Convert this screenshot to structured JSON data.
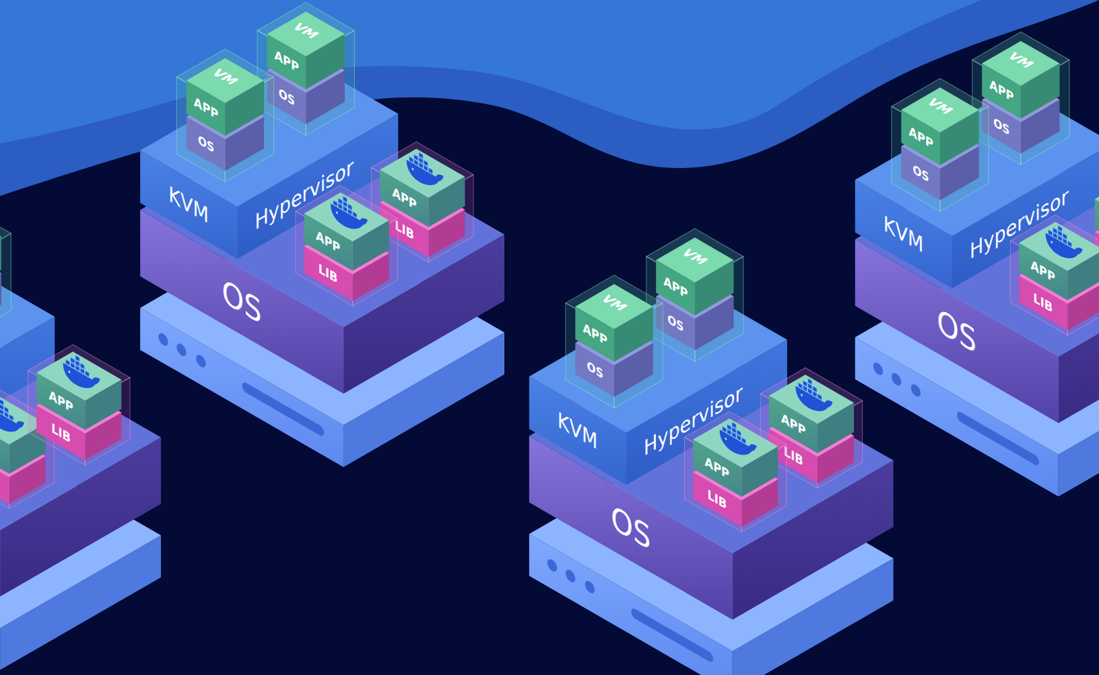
{
  "diagram": {
    "nodes": [
      {
        "text": [
          "VM"
        ]
      },
      {
        "text": [
          "APP"
        ],
        "in": 0
      },
      {
        "text": [
          "OS"
        ],
        "in": 0
      },
      {
        "text": [
          "VM"
        ]
      },
      {
        "text": [
          "APP"
        ],
        "in": 3
      },
      {
        "text": [
          "OS"
        ],
        "in": 3
      },
      {
        "text": [
          "KVM",
          "Hypervisor"
        ]
      },
      {
        "text": [
          "APP"
        ]
      },
      {
        "text": [
          "LIB"
        ]
      },
      {
        "text": [
          "APP"
        ]
      },
      {
        "text": [
          "LIB"
        ]
      },
      {
        "text": [
          "OS"
        ]
      },
      {
        "text": [
          "VM"
        ]
      },
      {
        "text": [
          "APP"
        ],
        "in": 12
      },
      {
        "text": [
          "OS"
        ],
        "in": 12
      },
      {
        "text": [
          "VM"
        ]
      },
      {
        "text": [
          "APP"
        ],
        "in": 15
      },
      {
        "text": [
          "OS"
        ],
        "in": 15
      },
      {
        "text": [
          "KVM",
          "Hypervisor"
        ]
      },
      {
        "text": [
          "APP"
        ]
      },
      {
        "text": [
          "LIB"
        ]
      },
      {
        "text": [
          "OS"
        ]
      },
      {
        "text": [
          "VM"
        ]
      },
      {
        "text": [
          "APP"
        ],
        "in": 22
      },
      {
        "text": [
          "OS"
        ],
        "in": 22
      },
      {
        "text": [
          "VM"
        ]
      },
      {
        "text": [
          "APP"
        ],
        "in": 25
      },
      {
        "text": [
          "OS"
        ],
        "in": 25
      },
      {
        "text": [
          "KVM",
          "Hypervisor"
        ]
      },
      {
        "text": [
          "APP"
        ]
      },
      {
        "text": [
          "LIB"
        ]
      },
      {
        "text": [
          "APP"
        ]
      },
      {
        "text": [
          "LIB"
        ]
      },
      {
        "text": [
          "OS"
        ]
      },
      {
        "text": [
          "APP"
        ]
      },
      {
        "text": [
          "LIB"
        ]
      }
    ]
  }
}
